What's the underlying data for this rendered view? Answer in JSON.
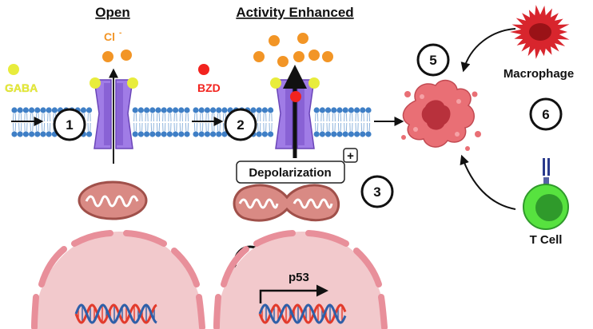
{
  "labels": {
    "open": "Open",
    "activity_enhanced": "Activity Enhanced",
    "gaba": "GABA",
    "chloride": "Cl",
    "chloride_charge": "-",
    "bzd": "BZD",
    "depolarization": "Depolarization",
    "depolarization_sign": "+",
    "p53": "p53",
    "macrophage": "Macrophage",
    "t_cell": "T Cell"
  },
  "steps": [
    "1",
    "2",
    "3",
    "4",
    "5",
    "6"
  ],
  "colors": {
    "gaba": "#e8ec3c",
    "chloride": "#f29526",
    "bzd": "#f2231e",
    "channel": "#a07ce6",
    "channel_dark": "#7a52c9",
    "membrane_head": "#3f7fc6",
    "mitochondrion": "#d98a84",
    "nucleus": "#f2c9cc",
    "nuclear_envelope": "#e88f9a",
    "dna_red": "#e23b2c",
    "dna_blue": "#2e5fa8",
    "tumor": "#e96f75",
    "macrophage": "#d8252d",
    "t_cell": "#57e23f",
    "t_cell_nucleus": "#2f9a2b",
    "receptor": "#2a3a8c"
  },
  "icons": [
    "arrow-right-icon",
    "gaba-molecule-icon",
    "chloride-ion-icon",
    "bzd-molecule-icon",
    "channel-icon",
    "mitochondrion-icon",
    "nucleus-icon",
    "dna-icon",
    "tumor-cell-icon",
    "macrophage-icon",
    "t-cell-icon"
  ]
}
